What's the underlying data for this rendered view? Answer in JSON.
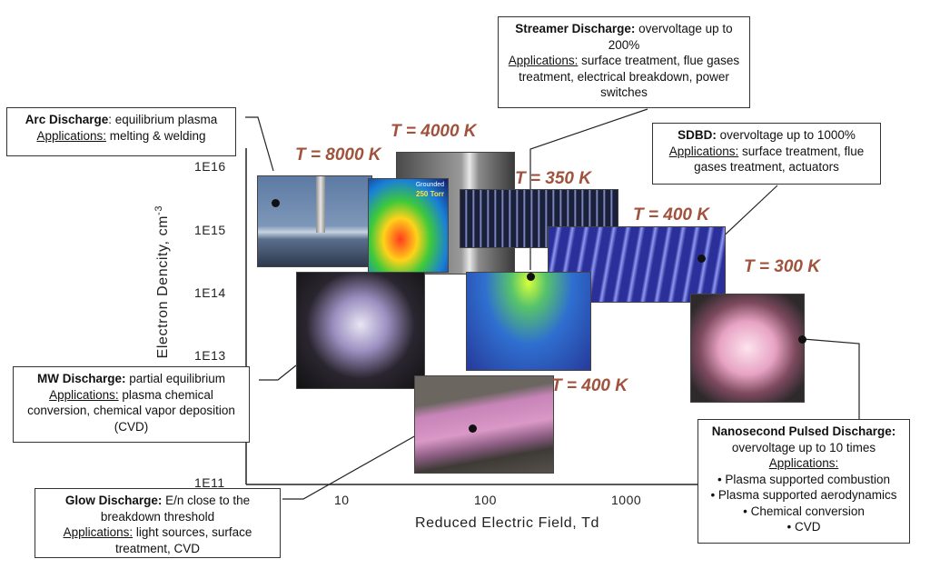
{
  "axes": {
    "x_label": "Reduced Electric Field, Td",
    "y_label": "Electron Dencity, cm",
    "y_label_sup": "-3",
    "x_ticks": [
      "10",
      "100",
      "1000"
    ],
    "y_ticks": [
      "1E16",
      "1E15",
      "1E14",
      "1E13",
      "1E11"
    ]
  },
  "temperatures": {
    "arc": "T = 8000 K",
    "mw_plasma": "T = 4000 K",
    "streamer": "T = 350 K",
    "sdbd": "T = 400 K",
    "nanosecond": "T = 300 K",
    "glow": "T = 400 K"
  },
  "callouts": {
    "arc": {
      "title": "Arc Discharge",
      "desc": ": equilibrium plasma",
      "app_label": "Applications:",
      "apps": " melting & welding"
    },
    "streamer": {
      "title": "Streamer Discharge:",
      "desc": " overvoltage up to 200%",
      "app_label": "Applications:",
      "apps": " surface treatment, flue gases treatment, electrical breakdown, power switches"
    },
    "sdbd": {
      "title": "SDBD:",
      "desc": " overvoltage up to 1000%",
      "app_label": "Applications:",
      "apps": " surface treatment, flue gases treatment, actuators"
    },
    "mw": {
      "title": "MW Discharge:",
      "desc": " partial equilibrium",
      "app_label": "Applications:",
      "apps": " plasma chemical conversion, chemical vapor deposition (CVD)"
    },
    "glow": {
      "title": "Glow Discharge:",
      "desc": " E/n close to the breakdown threshold",
      "app_label": "Applications:",
      "apps": " light sources, surface treatment, CVD"
    },
    "nanosecond": {
      "title": "Nanosecond Pulsed Discharge:",
      "desc": "overvoltage up to 10 times",
      "app_label": "Applications:",
      "apps": [
        "• Plasma supported combustion",
        "• Plasma supported aerodynamics",
        "• Chemical conversion",
        "• CVD"
      ]
    }
  },
  "photo_labels": {
    "inset_pressure": "250 Torr",
    "inset_tag": "Grounded"
  },
  "colors": {
    "temperature_text": "#a0523d",
    "box_border": "#333333"
  }
}
